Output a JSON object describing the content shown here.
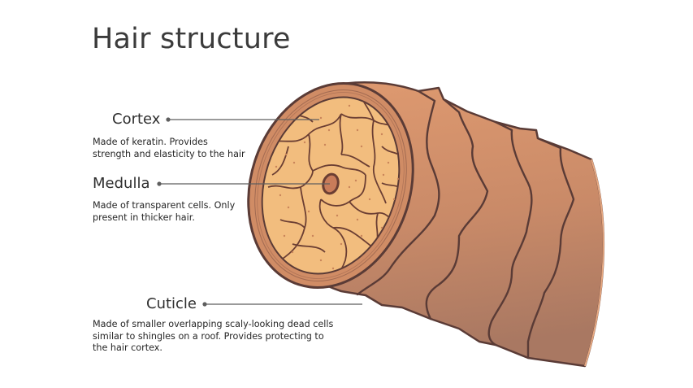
{
  "title": "Hair structure",
  "labels": [
    {
      "id": "cortex",
      "name": "Cortex",
      "description_lines": [
        "Made of keratin. Provides",
        "strength and elasticity to the hair"
      ]
    },
    {
      "id": "medulla",
      "name": "Medulla",
      "description_lines": [
        "Made of transparent cells. Only",
        "present in thicker hair."
      ]
    },
    {
      "id": "cuticle",
      "name": "Cuticle",
      "description_lines": [
        "Made of smaller overlapping scaly-looking dead cells",
        "similar to shingles on a roof. Provides protecting to",
        "the hair cortex."
      ]
    }
  ],
  "colors": {
    "outline": "#5a3b36",
    "shaft_light": "#d9936a",
    "shaft_dark": "#b07a62",
    "cuticle_ring": "#d08c65",
    "cortex_fill": "#f2bd7e",
    "cortex_dots": "#c9855a",
    "medulla_fill": "#c97c5a",
    "leader_line": "#5e5e5e"
  }
}
